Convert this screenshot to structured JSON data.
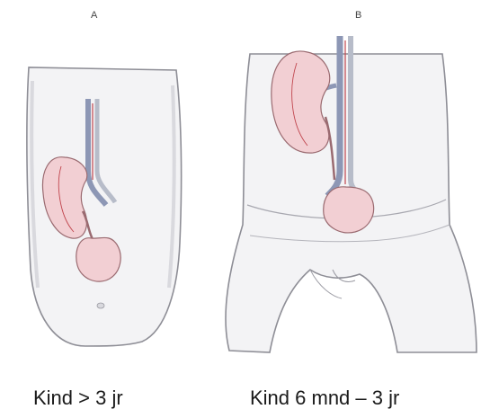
{
  "figure": {
    "panel_a": {
      "letter": "A",
      "caption": "Kind > 3 jr"
    },
    "panel_b": {
      "letter": "B",
      "caption": "Kind 6 mnd – 3 jr"
    },
    "colors": {
      "skin_fill": "#f3f3f5",
      "skin_outline": "#8e8e96",
      "organ_fill": "#f2cfd3",
      "organ_outline": "#9a6a70",
      "artery": "#c0454d",
      "vein": "#8d97b5"
    }
  }
}
